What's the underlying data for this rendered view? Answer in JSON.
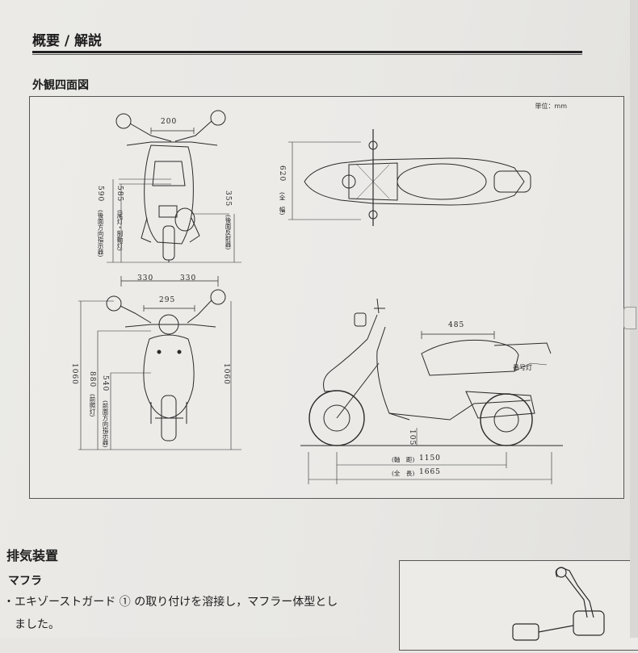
{
  "header": {
    "section_title": "概要 / 解説",
    "subheading": "外観四面図"
  },
  "figure": {
    "unit_label": "単位：mm",
    "front_view": {
      "mirror_width": "200",
      "rear_turn_height": "590",
      "rear_turn_label": "(後面方向指示器)",
      "tail_height": "585",
      "tail_label": "(尾灯・制動灯)",
      "reflector_height": "355",
      "reflector_label": "(後面反射器)"
    },
    "top_view": {
      "overall_width": "620",
      "overall_width_label": "(全　幅)"
    },
    "front_lower_view": {
      "half_width_left": "330",
      "half_width_right": "330",
      "handle_width": "295",
      "overall_height": "1060",
      "head_height": "880",
      "head_label": "(前照灯)",
      "front_turn_height": "540",
      "front_turn_label": "(前面方向指示器)",
      "right_height": "1060"
    },
    "side_view": {
      "seat_length": "485",
      "plate_light_label": "番号灯",
      "ground_clearance": "105",
      "wheelbase_label": "(軸　距)",
      "wheelbase": "1150",
      "overall_length_label": "(全　長)",
      "overall_length": "1665"
    }
  },
  "exhaust": {
    "heading": "排気装置",
    "subheading": "マフラ",
    "line1": "・エキゾーストガード ① の取り付けを溶接し，マフラー体型とし",
    "line2": "　ました。"
  }
}
